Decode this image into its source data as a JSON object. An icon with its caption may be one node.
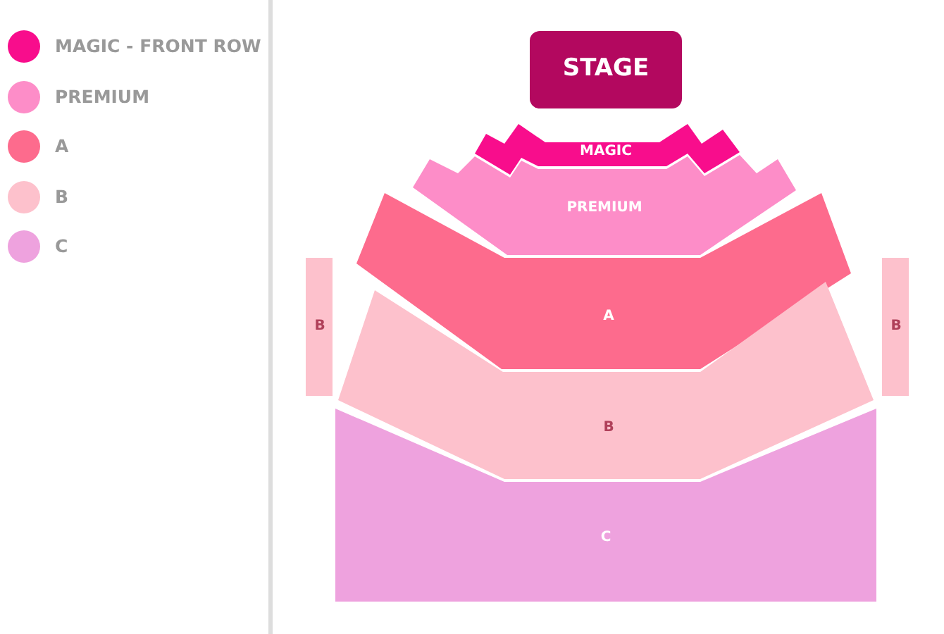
{
  "diagram": {
    "nodes": [
      {
        "text": [
          "STAGE"
        ]
      },
      {
        "text": [
          "MAGIC"
        ]
      },
      {
        "text": [
          "PREMIUM"
        ]
      },
      {
        "text": [
          "B"
        ]
      },
      {
        "text": [
          "A"
        ]
      },
      {
        "text": [
          "B"
        ]
      },
      {
        "text": [
          "B"
        ]
      },
      {
        "text": [
          "C"
        ]
      }
    ],
    "legend": [
      {
        "text": "MAGIC - FRONT ROW",
        "color": "#f80d8c"
      },
      {
        "text": "PREMIUM",
        "color": "#fd8dc8"
      },
      {
        "text": "A",
        "color": "#fd6b8d"
      },
      {
        "text": "B",
        "color": "#fdc1cc"
      },
      {
        "text": "C",
        "color": "#eea2de"
      }
    ]
  }
}
